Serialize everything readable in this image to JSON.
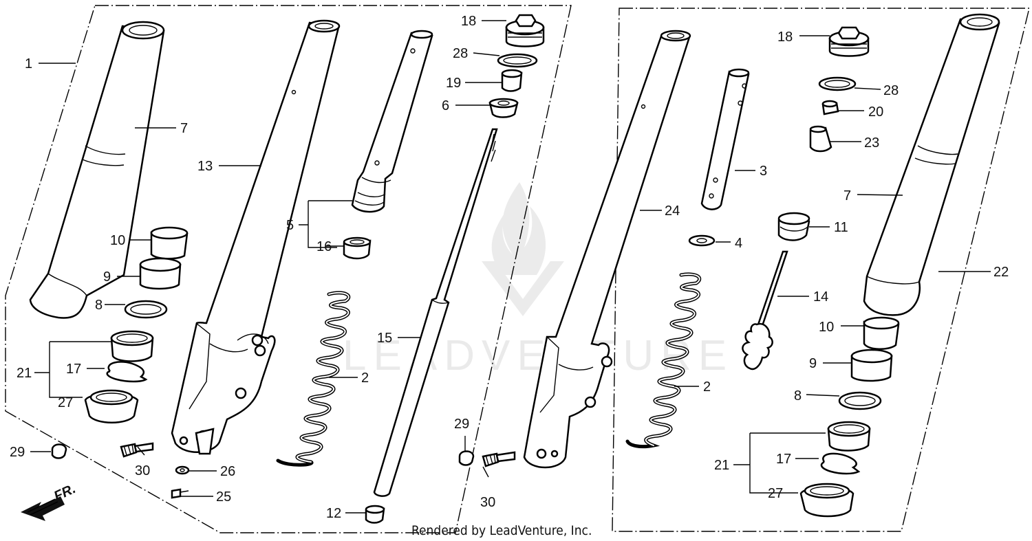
{
  "diagram": {
    "callouts": {
      "c1": "1",
      "c7a": "7",
      "c13": "13",
      "c10a": "10",
      "c9a": "9",
      "c8a": "8",
      "c21a": "21",
      "c17a": "17",
      "c27a": "27",
      "c29a": "29",
      "c30a": "30",
      "c26": "26",
      "c25": "25",
      "c18a": "18",
      "c28a": "28",
      "c19": "19",
      "c6": "6",
      "c5": "5",
      "c16": "16",
      "c2a": "2",
      "c15": "15",
      "c12": "12",
      "c29b": "29",
      "c30b": "30",
      "c24": "24",
      "c3": "3",
      "c4": "4",
      "c2b": "2",
      "c18b": "18",
      "c28b": "28",
      "c20": "20",
      "c23": "23",
      "c11": "11",
      "c14": "14",
      "c7b": "7",
      "c22": "22",
      "c10b": "10",
      "c9b": "9",
      "c8b": "8",
      "c21b": "21",
      "c17b": "17",
      "c27b": "27"
    },
    "direction_label": "FR.",
    "footer": "Rendered by LeadVenture, Inc.",
    "watermark": "LEADVENTURE"
  }
}
